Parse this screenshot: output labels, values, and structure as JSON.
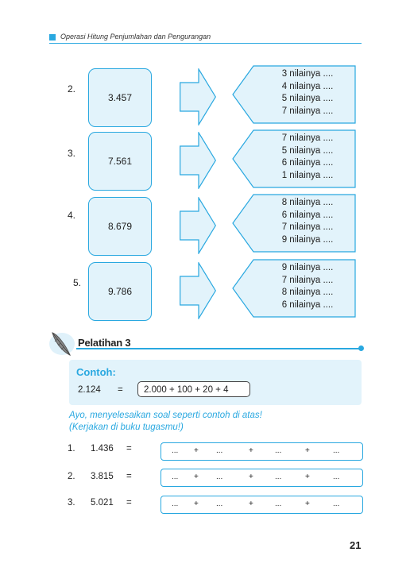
{
  "header": {
    "title": "Operasi Hitung Penjumlahan dan Pengurangan"
  },
  "rows": [
    {
      "label": "2.",
      "number": "3.457",
      "lines": [
        "3 nilainya ....",
        "4 nilainya ....",
        "5 nilainya ....",
        "7 nilainya ...."
      ]
    },
    {
      "label": "3.",
      "number": "7.561",
      "lines": [
        "7 nilainya ....",
        "5 nilainya ....",
        "6 nilainya ....",
        "1 nilainya ...."
      ]
    },
    {
      "label": "4.",
      "number": "8.679",
      "lines": [
        "8 nilainya ....",
        "6 nilainya ....",
        "7 nilainya ....",
        "9 nilainya ...."
      ]
    },
    {
      "label": "5.",
      "number": "9.786",
      "lines": [
        "9 nilainya ....",
        "7 nilainya ....",
        "8 nilainya ....",
        "6 nilainya ...."
      ]
    }
  ],
  "pelatihan": {
    "title": "Pelatihan 3"
  },
  "contoh": {
    "label": "Contoh:",
    "number": "2.124",
    "eq": "=",
    "answer": "2.000 + 100 + 20 + 4"
  },
  "instructions": {
    "line1": "Ayo, menyelesaikan soal seperti contoh di atas!",
    "line2": "(Kerjakan di buku tugasmu!)"
  },
  "questions": [
    {
      "num": "1.",
      "value": "1.436",
      "eq": "=",
      "slots": [
        "...",
        "+",
        "...",
        "+",
        "...",
        "+",
        "..."
      ]
    },
    {
      "num": "2.",
      "value": "3.815",
      "eq": "=",
      "slots": [
        "...",
        "+",
        "...",
        "+",
        "...",
        "+",
        "..."
      ]
    },
    {
      "num": "3.",
      "value": "5.021",
      "eq": "=",
      "slots": [
        "...",
        "+",
        "...",
        "+",
        "...",
        "+",
        "..."
      ]
    }
  ],
  "page_number": "21",
  "colors": {
    "accent": "#29a8e0",
    "fill": "#e2f3fb"
  }
}
